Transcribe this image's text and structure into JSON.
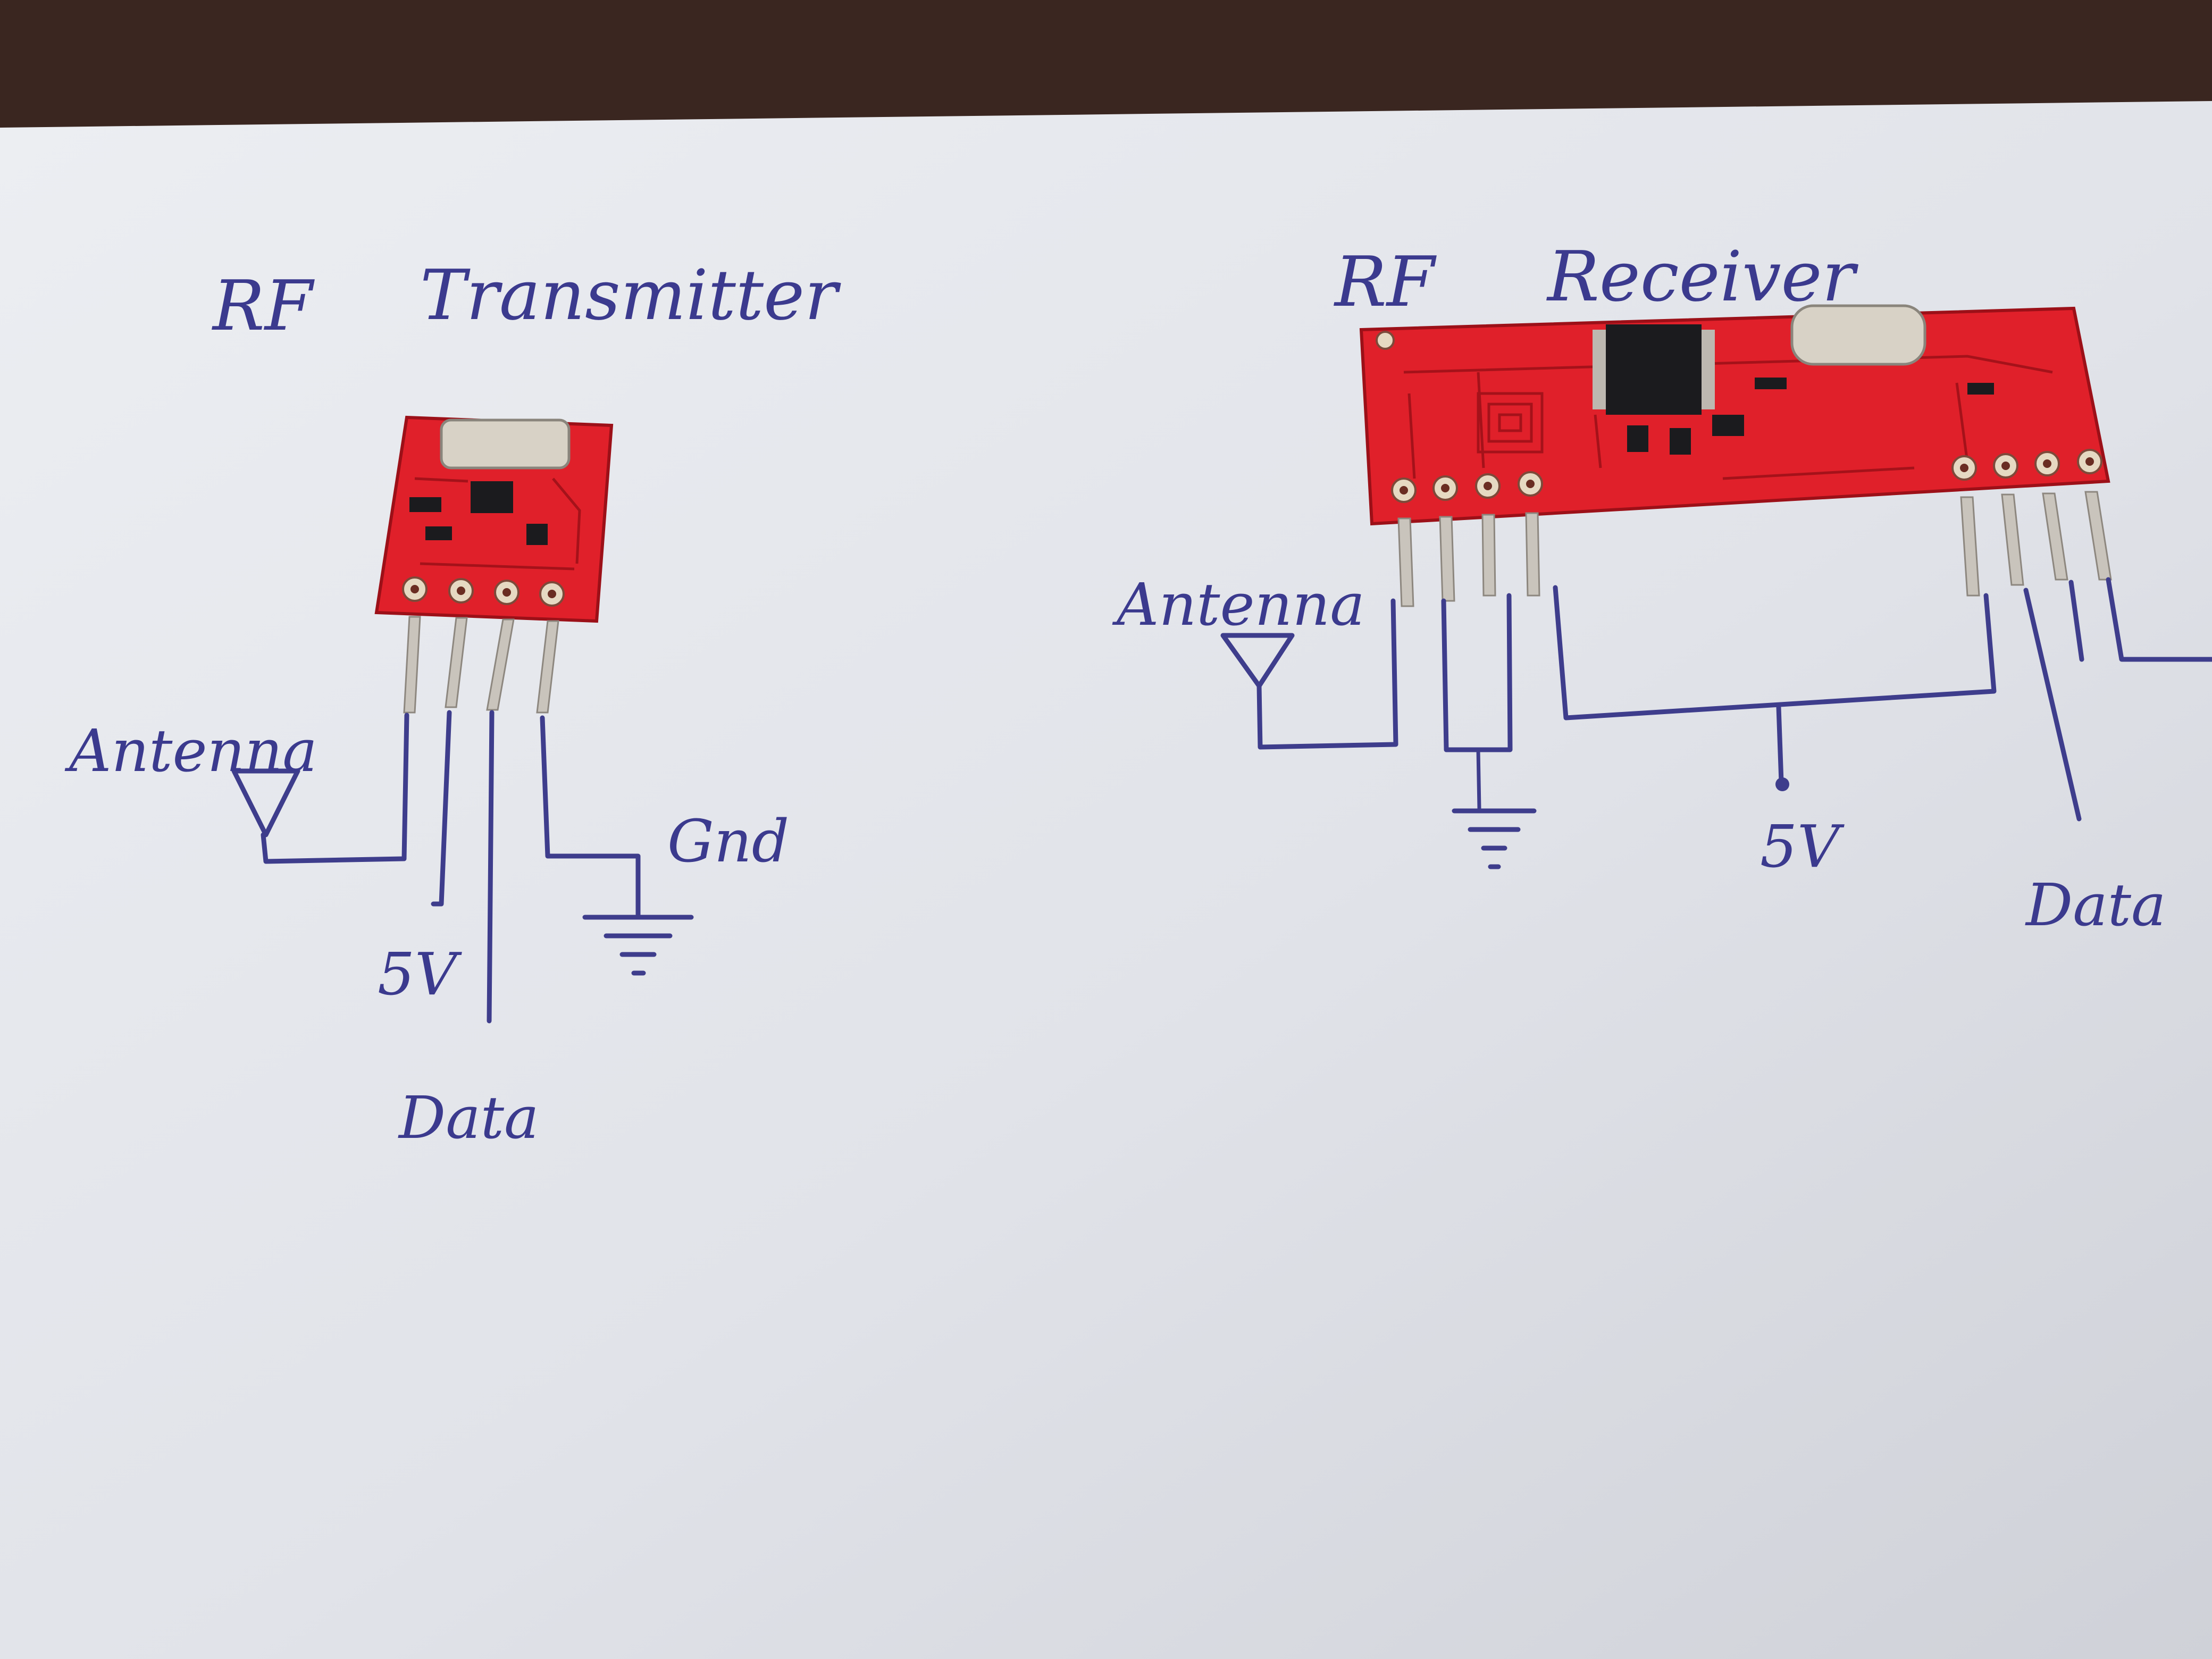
{
  "transmitter": {
    "title_rf": "RF",
    "title_word": "Transmitter",
    "label_antenna": "Antenna",
    "label_5v": "5V",
    "label_data": "Data",
    "label_gnd": "Gnd"
  },
  "receiver": {
    "title_rf": "RF",
    "title_word": "Receiver",
    "label_antenna": "Antenna",
    "label_5v": "5V",
    "label_data": "Data"
  },
  "colors": {
    "paper": "#e4e6ec",
    "ink": "#3e3d8c",
    "pcb": "#e0202a",
    "background": "#3a2620"
  }
}
